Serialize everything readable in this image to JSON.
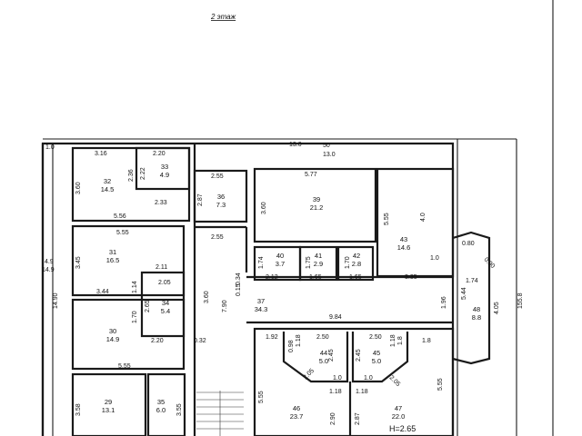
{
  "title": "2 этаж",
  "rooms": [
    {
      "no": "32",
      "area": "14.5"
    },
    {
      "no": "33",
      "area": "4.9"
    },
    {
      "no": "36",
      "area": "7.3"
    },
    {
      "no": "39",
      "area": "21.2"
    },
    {
      "no": "43",
      "area": "14.6"
    },
    {
      "no": "31",
      "area": "16.5"
    },
    {
      "no": "40",
      "area": "3.7"
    },
    {
      "no": "41",
      "area": "2.9"
    },
    {
      "no": "42",
      "area": "2.8"
    },
    {
      "no": "34",
      "area": "5.4"
    },
    {
      "no": "37",
      "area": "34.3"
    },
    {
      "no": "48",
      "area": "8.8"
    },
    {
      "no": "30",
      "area": "14.9"
    },
    {
      "no": "44",
      "area": "5.0"
    },
    {
      "no": "45",
      "area": "5.0"
    },
    {
      "no": "29",
      "area": "13.1"
    },
    {
      "no": "35",
      "area": "6.0"
    },
    {
      "no": "46",
      "area": "23.7"
    },
    {
      "no": "47",
      "area": "22.0"
    }
  ],
  "dimensions": [
    "1.0",
    "3.16",
    "2.20",
    "3.60",
    "2.36",
    "2.22",
    "2.33",
    "5.56",
    "13.0",
    "50",
    "13.0",
    "2.55",
    "5.77",
    "2.87",
    "3.60",
    "5.55",
    "4.0",
    "5.55",
    "2.55",
    "0.80",
    "0.90",
    "4.9",
    "14.9",
    "3.45",
    "1.74",
    "1.75",
    "1.70",
    "1.0",
    "2.12",
    "1.65",
    "1.65",
    "3.35",
    "1.74",
    "14.90",
    "2.11",
    "2.05",
    "1.14",
    "3.44",
    "2.65",
    "3.60",
    "7.90",
    "0.34",
    "0.15",
    "5.44",
    "4.05",
    "155.8",
    "1.96",
    "9.84",
    "1.70",
    "2.20",
    "0.32",
    "1.92",
    "2.50",
    "2.50",
    "0.98",
    "1.18",
    "1.8",
    "1.18",
    "1.8",
    "2.45",
    "2.45",
    "2.05",
    "2.05",
    "1.0",
    "1.0",
    "5.55",
    "5.55",
    "1.18",
    "1.18",
    "5.55",
    "3.58",
    "3.55",
    "2.90",
    "2.87"
  ],
  "height_label": "H=2.65"
}
